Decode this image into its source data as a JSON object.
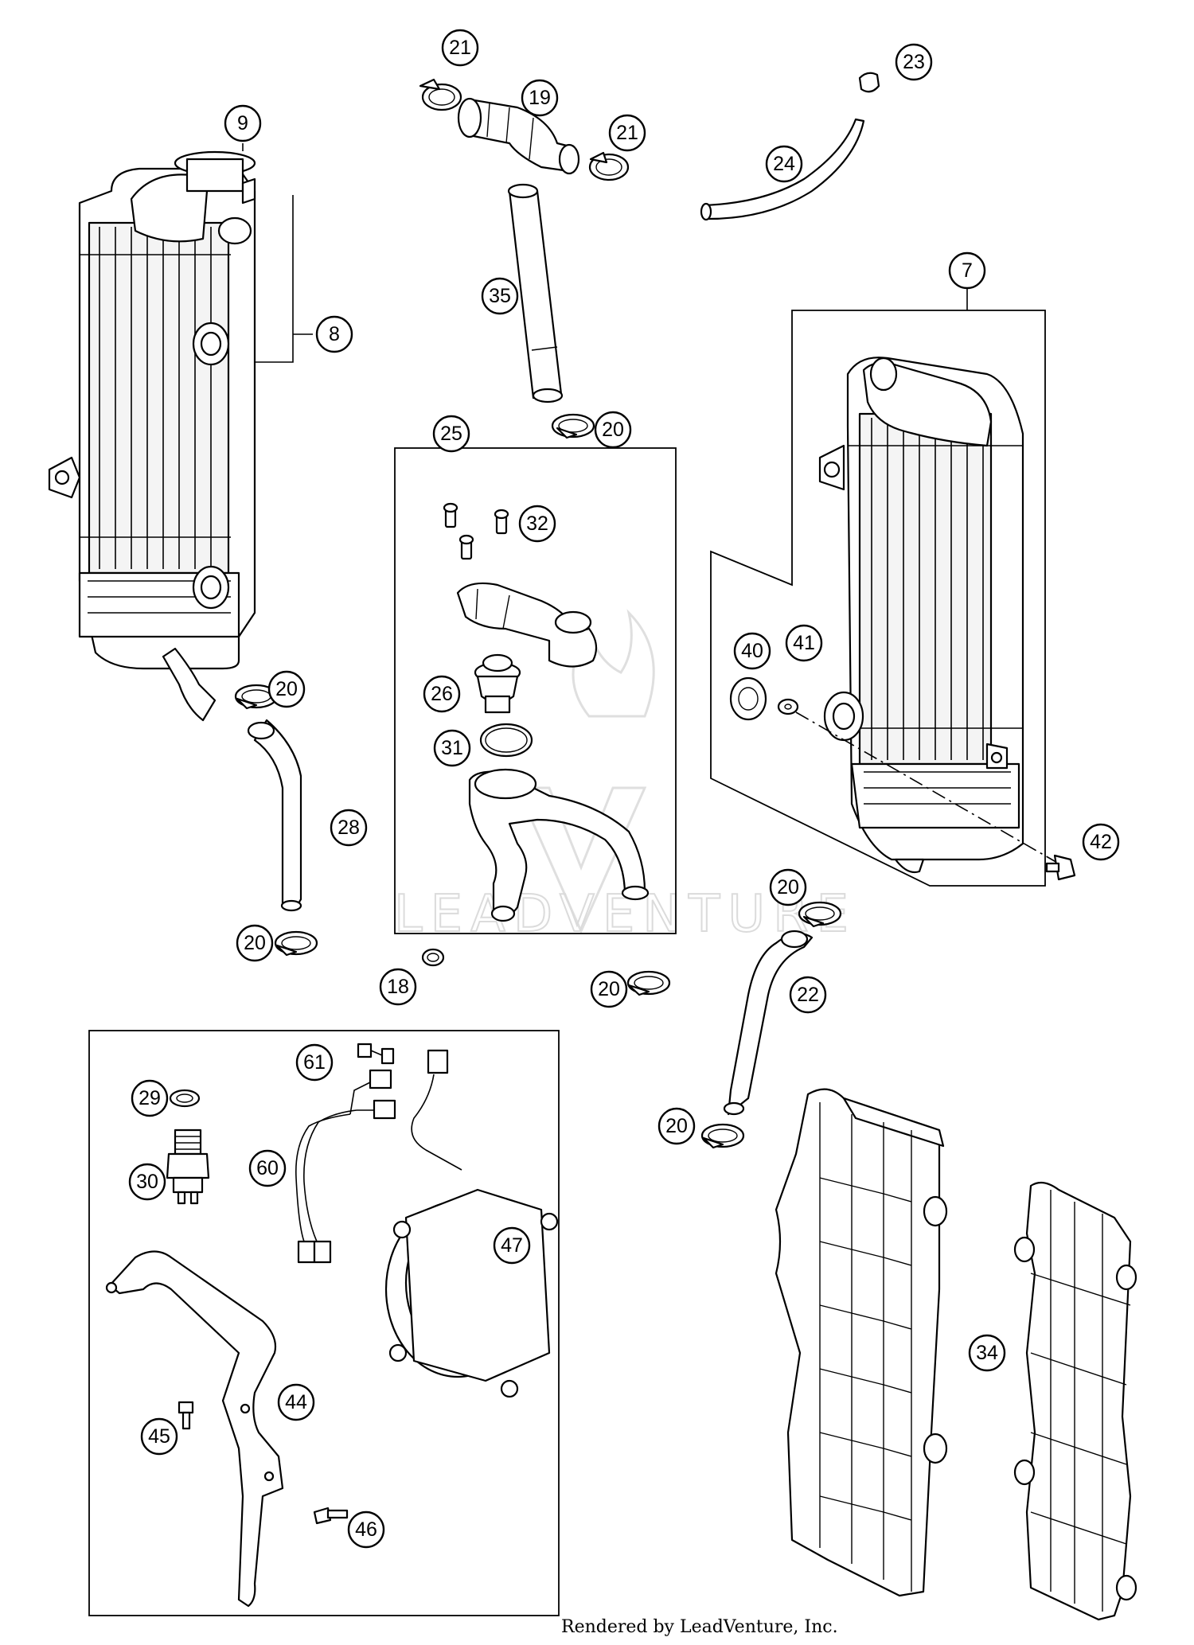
{
  "credit": "Rendered by LeadVenture, Inc.",
  "watermark": "LEADVENTURE",
  "callouts": [
    {
      "id": "c7",
      "label": "7"
    },
    {
      "id": "c8",
      "label": "8"
    },
    {
      "id": "c9",
      "label": "9"
    },
    {
      "id": "c18",
      "label": "18"
    },
    {
      "id": "c19",
      "label": "19"
    },
    {
      "id": "c20a",
      "label": "20"
    },
    {
      "id": "c20b",
      "label": "20"
    },
    {
      "id": "c20c",
      "label": "20"
    },
    {
      "id": "c20d",
      "label": "20"
    },
    {
      "id": "c20e",
      "label": "20"
    },
    {
      "id": "c20f",
      "label": "20"
    },
    {
      "id": "c21a",
      "label": "21"
    },
    {
      "id": "c21b",
      "label": "21"
    },
    {
      "id": "c22",
      "label": "22"
    },
    {
      "id": "c23",
      "label": "23"
    },
    {
      "id": "c24",
      "label": "24"
    },
    {
      "id": "c25",
      "label": "25"
    },
    {
      "id": "c26",
      "label": "26"
    },
    {
      "id": "c28",
      "label": "28"
    },
    {
      "id": "c29",
      "label": "29"
    },
    {
      "id": "c30",
      "label": "30"
    },
    {
      "id": "c31",
      "label": "31"
    },
    {
      "id": "c32",
      "label": "32"
    },
    {
      "id": "c34",
      "label": "34"
    },
    {
      "id": "c35",
      "label": "35"
    },
    {
      "id": "c40",
      "label": "40"
    },
    {
      "id": "c41",
      "label": "41"
    },
    {
      "id": "c42",
      "label": "42"
    },
    {
      "id": "c44",
      "label": "44"
    },
    {
      "id": "c45",
      "label": "45"
    },
    {
      "id": "c46",
      "label": "46"
    },
    {
      "id": "c47",
      "label": "47"
    },
    {
      "id": "c60",
      "label": "60"
    },
    {
      "id": "c61",
      "label": "61"
    }
  ]
}
